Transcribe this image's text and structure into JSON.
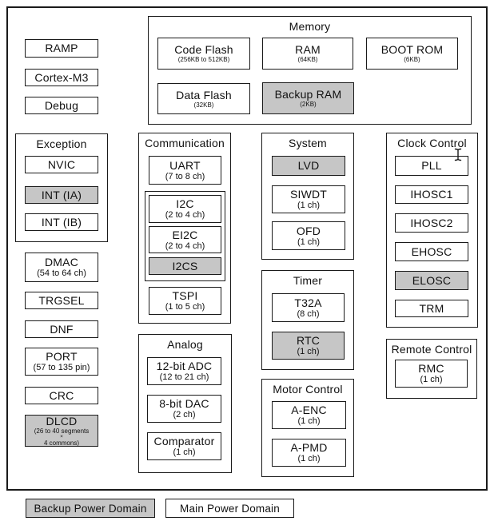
{
  "colors": {
    "backup_domain_fill": "#c6c6c6",
    "main_domain_fill": "#ffffff",
    "border": "#1a1a1a",
    "background": "#ffffff"
  },
  "left": {
    "ramp": {
      "label": "RAMP"
    },
    "cortex": {
      "label": "Cortex-M3"
    },
    "debug": {
      "label": "Debug"
    },
    "dmac": {
      "label": "DMAC",
      "sub": "(54 to 64 ch)"
    },
    "trgsel": {
      "label": "TRGSEL"
    },
    "dnf": {
      "label": "DNF"
    },
    "port": {
      "label": "PORT",
      "sub": "(57 to 135 pin)"
    },
    "crc": {
      "label": "CRC"
    },
    "dlcd": {
      "label": "DLCD",
      "sub1": "(26 to 40 segments",
      "sub2": "×",
      "sub3": "4 commons)"
    }
  },
  "groups": {
    "memory": {
      "title": "Memory",
      "code_flash": {
        "label": "Code Flash",
        "sub": "(256KB to 512KB)"
      },
      "ram": {
        "label": "RAM",
        "sub": "(64KB)"
      },
      "boot_rom": {
        "label": "BOOT ROM",
        "sub": "(6KB)"
      },
      "data_flash": {
        "label": "Data Flash",
        "sub": "(32KB)"
      },
      "backup_ram": {
        "label": "Backup RAM",
        "sub": "(2KB)"
      }
    },
    "exception": {
      "title": "Exception",
      "nvic": {
        "label": "NVIC"
      },
      "int_ia": {
        "label": "INT (IA)"
      },
      "int_ib": {
        "label": "INT (IB)"
      }
    },
    "communication": {
      "title": "Communication",
      "uart": {
        "label": "UART",
        "sub": "(7 to 8 ch)"
      },
      "i2c": {
        "label": "I2C",
        "sub": "(2 to 4 ch)"
      },
      "ei2c": {
        "label": "EI2C",
        "sub": "(2 to 4 ch)"
      },
      "i2cs": {
        "label": "I2CS"
      },
      "tspi": {
        "label": "TSPI",
        "sub": "(1 to 5 ch)"
      }
    },
    "analog": {
      "title": "Analog",
      "adc": {
        "label": "12-bit ADC",
        "sub": "(12 to 21 ch)"
      },
      "dac": {
        "label": "8-bit DAC",
        "sub": "(2 ch)"
      },
      "comparator": {
        "label": "Comparator",
        "sub": "(1 ch)"
      }
    },
    "system": {
      "title": "System",
      "lvd": {
        "label": "LVD"
      },
      "siwdt": {
        "label": "SIWDT",
        "sub": "(1 ch)"
      },
      "ofd": {
        "label": "OFD",
        "sub": "(1 ch)"
      }
    },
    "timer": {
      "title": "Timer",
      "t32a": {
        "label": "T32A",
        "sub": "(8 ch)"
      },
      "rtc": {
        "label": "RTC",
        "sub": "(1 ch)"
      }
    },
    "motor": {
      "title": "Motor Control",
      "a_enc": {
        "label": "A-ENC",
        "sub": "(1 ch)"
      },
      "a_pmd": {
        "label": "A-PMD",
        "sub": "(1 ch)"
      }
    },
    "clock": {
      "title": "Clock Control",
      "pll": {
        "label": "PLL"
      },
      "ihosc1": {
        "label": "IHOSC1"
      },
      "ihosc2": {
        "label": "IHOSC2"
      },
      "ehosc": {
        "label": "EHOSC"
      },
      "elosc": {
        "label": "ELOSC"
      },
      "trm": {
        "label": "TRM"
      }
    },
    "remote": {
      "title": "Remote Control",
      "rmc": {
        "label": "RMC",
        "sub": "(1 ch)"
      }
    }
  },
  "legend": {
    "backup_label": "Backup Power Domain",
    "main_label": "Main Power Domain"
  },
  "icons": {
    "cursor": "text-cursor-ibeam"
  }
}
